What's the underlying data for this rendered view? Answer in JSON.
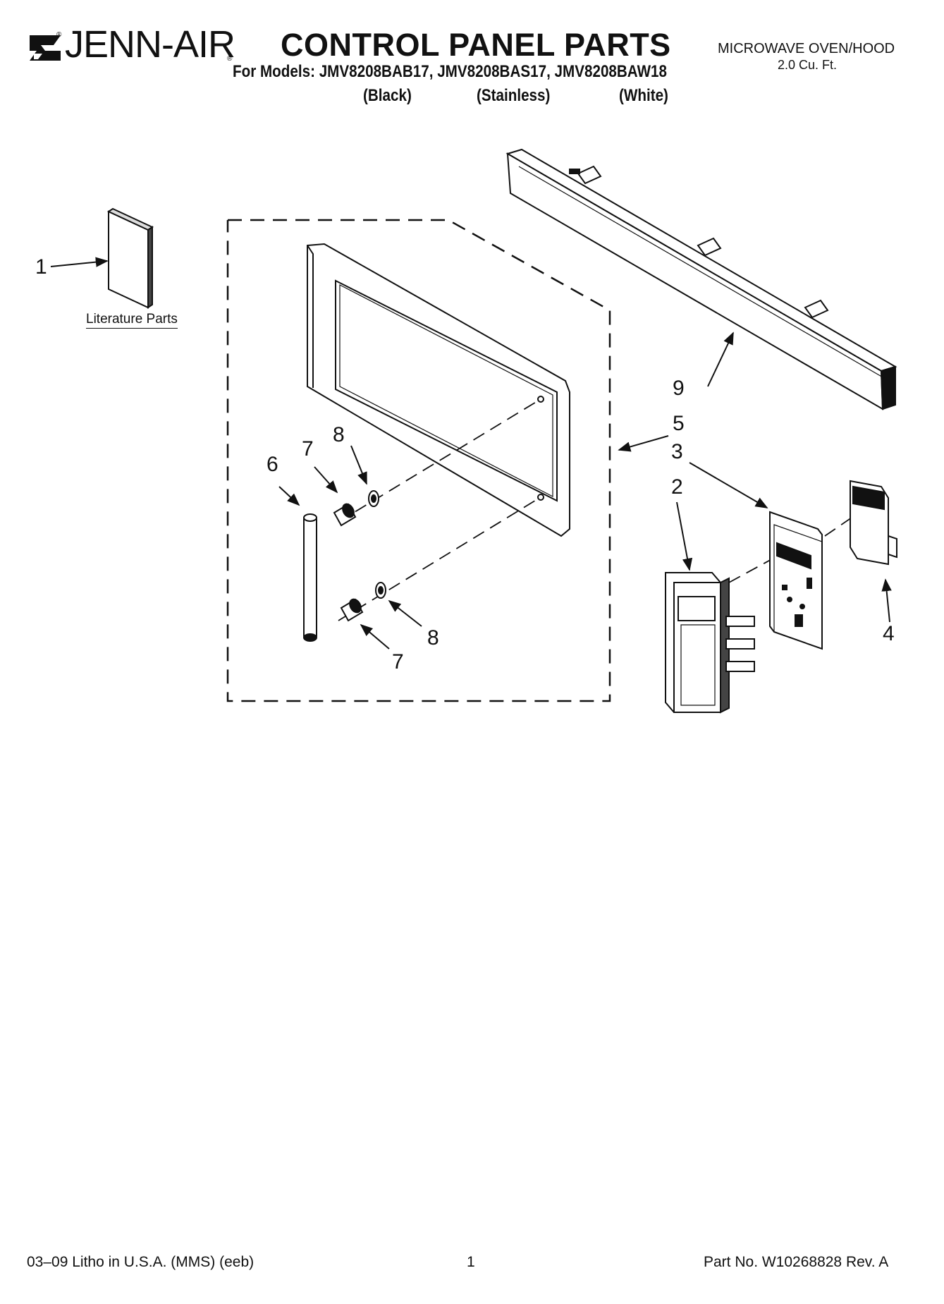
{
  "header": {
    "brand": "JENN-AIR",
    "title": "CONTROL PANEL PARTS",
    "models_line": "For Models: JMV8208BAB17, JMV8208BAS17, JMV8208BAW18",
    "variants": [
      "(Black)",
      "(Stainless)",
      "(White)"
    ],
    "product_type": "MICROWAVE OVEN/HOOD",
    "capacity": "2.0 Cu. Ft."
  },
  "diagram": {
    "literature_label": "Literature Parts",
    "callouts": {
      "c1": "1",
      "c2": "2",
      "c3": "3",
      "c4": "4",
      "c5": "5",
      "c6": "6",
      "c7a": "7",
      "c7b": "7",
      "c8a": "8",
      "c8b": "8",
      "c9": "9"
    }
  },
  "footer": {
    "print_info": "03–09 Litho in U.S.A. (MMS) (eeb)",
    "page_number": "1",
    "part_number": "Part No. W10268828 Rev. A"
  }
}
